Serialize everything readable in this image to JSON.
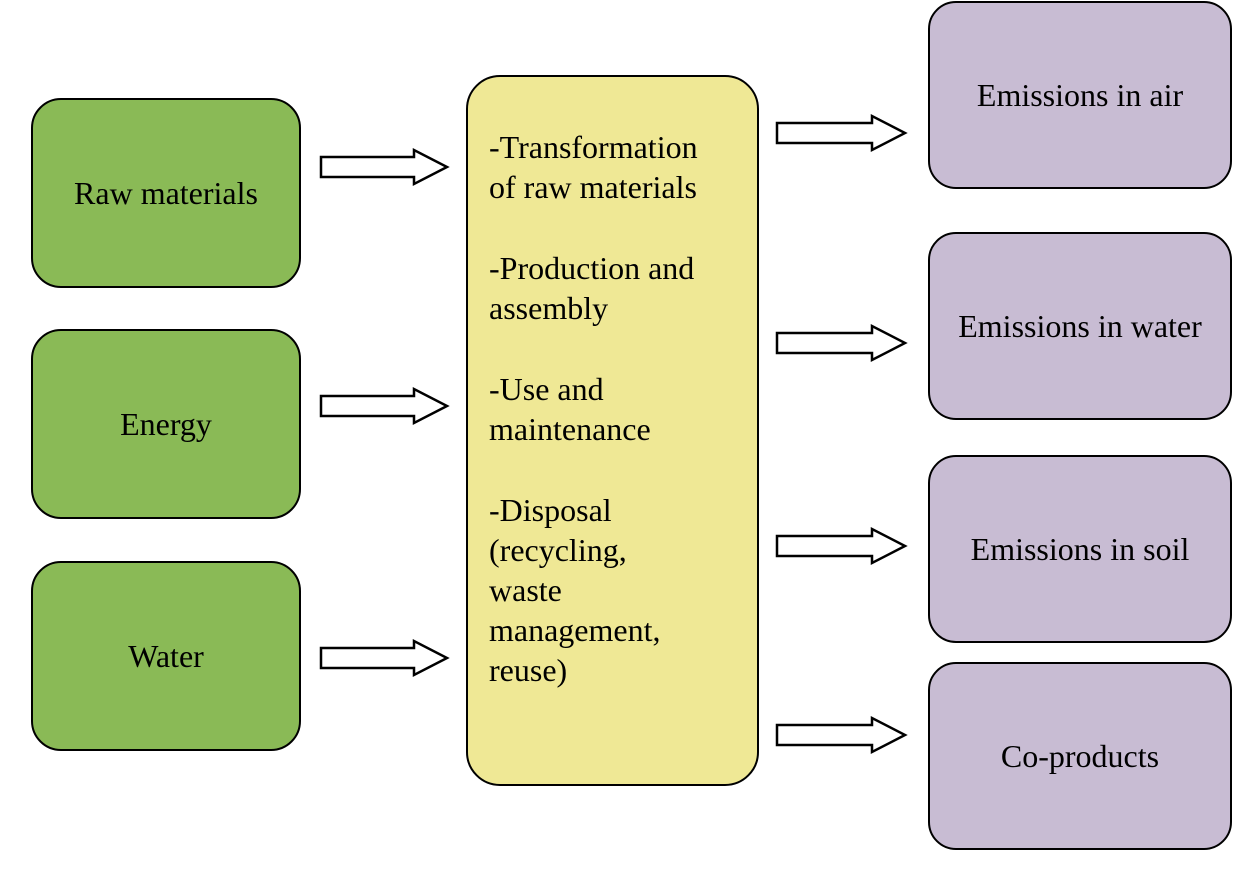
{
  "inputs": [
    {
      "label": "Raw materials"
    },
    {
      "label": "Energy"
    },
    {
      "label": "Water"
    }
  ],
  "process": {
    "steps": [
      {
        "lines": [
          "-Transformation",
          "of raw materials"
        ]
      },
      {
        "lines": [
          "-Production and",
          "assembly"
        ]
      },
      {
        "lines": [
          "-Use and",
          "maintenance"
        ]
      },
      {
        "lines": [
          "-Disposal",
          "(recycling,",
          "waste",
          "management,",
          "reuse)"
        ]
      }
    ]
  },
  "outputs": [
    {
      "label": "Emissions in air"
    },
    {
      "label": "Emissions in water"
    },
    {
      "label": "Emissions in soil"
    },
    {
      "label": "Co-products"
    }
  ],
  "colors": {
    "input_fill": "#8aba56",
    "process_fill": "#efe895",
    "output_fill": "#c8bcd3",
    "stroke": "#000000",
    "arrow_fill": "#ffffff"
  }
}
